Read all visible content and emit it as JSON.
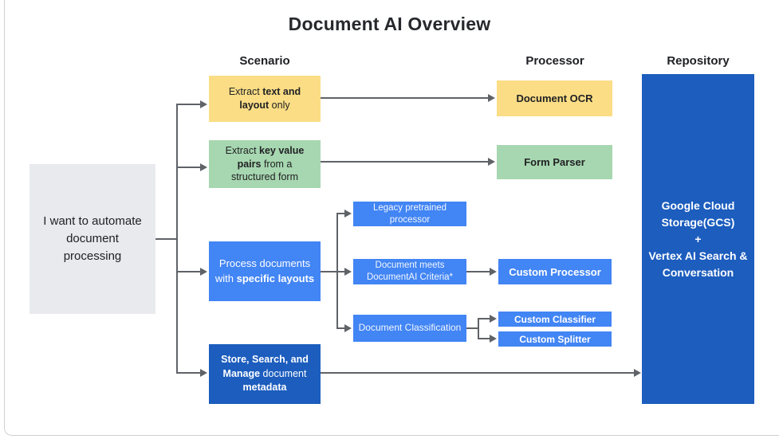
{
  "page": {
    "title": "Document AI Overview"
  },
  "columns": {
    "scenario": "Scenario",
    "processor": "Processor",
    "repository": "Repository"
  },
  "colors": {
    "yellow": "#fbdd85",
    "green": "#a7d7b0",
    "blue": "#4285f4",
    "dark_blue": "#1c5dbe",
    "gray_node": "#e8eaed",
    "connector": "#5f6368",
    "text_dark": "#202124"
  },
  "nodes": {
    "root": {
      "text": "I want to automate\ndocument\nprocessing"
    },
    "extract_text": {
      "segments": [
        {
          "t": "Extract "
        },
        {
          "t": "text and\nlayout",
          "b": true
        },
        {
          "t": " only"
        }
      ]
    },
    "extract_key_value": {
      "segments": [
        {
          "t": "Extract "
        },
        {
          "t": "key value\npairs",
          "b": true
        },
        {
          "t": " from a\nstructured form"
        }
      ]
    },
    "specific_layouts": {
      "segments": [
        {
          "t": "Process documents\nwith "
        },
        {
          "t": "specific layouts",
          "b": true
        }
      ]
    },
    "store_search": {
      "segments": [
        {
          "t": "Store, Search, and\nManage",
          "b": true
        },
        {
          "t": " document\n"
        },
        {
          "t": "metadata",
          "b": true
        }
      ]
    },
    "legacy": {
      "text": "Legacy pretrained\nprocessor"
    },
    "criteria": {
      "text": "Document meets\nDocumentAI Criteria*"
    },
    "classification": {
      "text": "Document Classification"
    },
    "document_ocr": {
      "text": "Document OCR"
    },
    "form_parser": {
      "text": "Form Parser"
    },
    "custom_processor": {
      "text": "Custom Processor"
    },
    "custom_classifier": {
      "text": "Custom Classifier"
    },
    "custom_splitter": {
      "text": "Custom Splitter"
    },
    "repository": {
      "text": "Google Cloud\nStorage(GCS)\n+\nVertex AI Search &\nConversation"
    }
  }
}
